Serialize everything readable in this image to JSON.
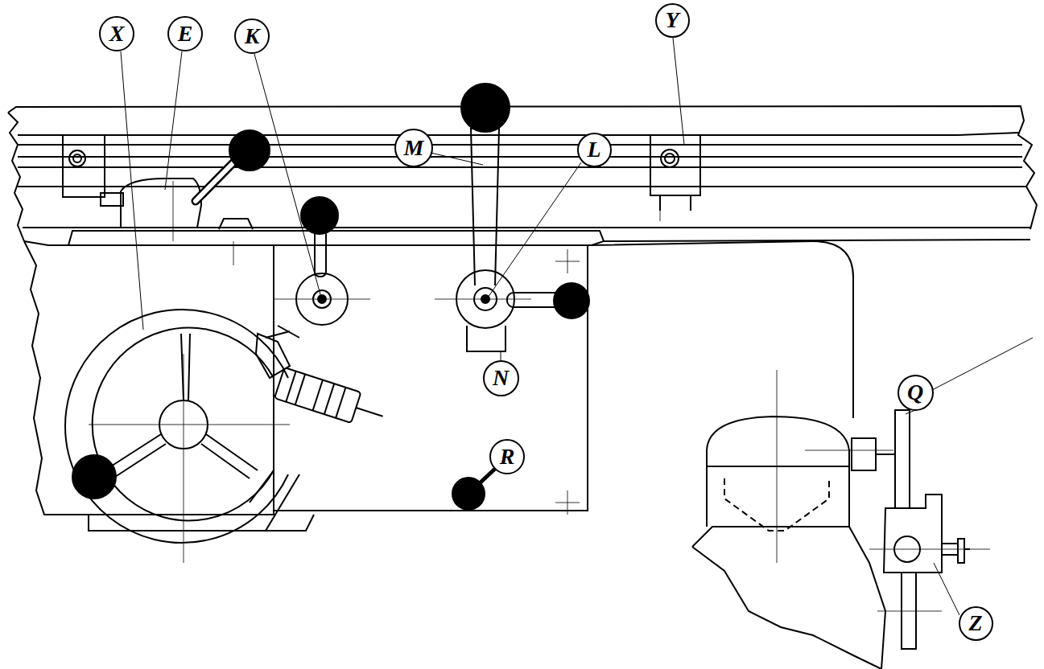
{
  "diagram": {
    "nodes": [
      {
        "text": [
          "X"
        ]
      },
      {
        "text": [
          "E"
        ]
      },
      {
        "text": [
          "K"
        ]
      },
      {
        "text": [
          "Y"
        ]
      },
      {
        "text": [
          "M"
        ]
      },
      {
        "text": [
          "L"
        ]
      },
      {
        "text": [
          "N"
        ]
      },
      {
        "text": [
          "R"
        ]
      },
      {
        "text": [
          "Q"
        ]
      },
      {
        "text": [
          "Z"
        ]
      }
    ]
  }
}
